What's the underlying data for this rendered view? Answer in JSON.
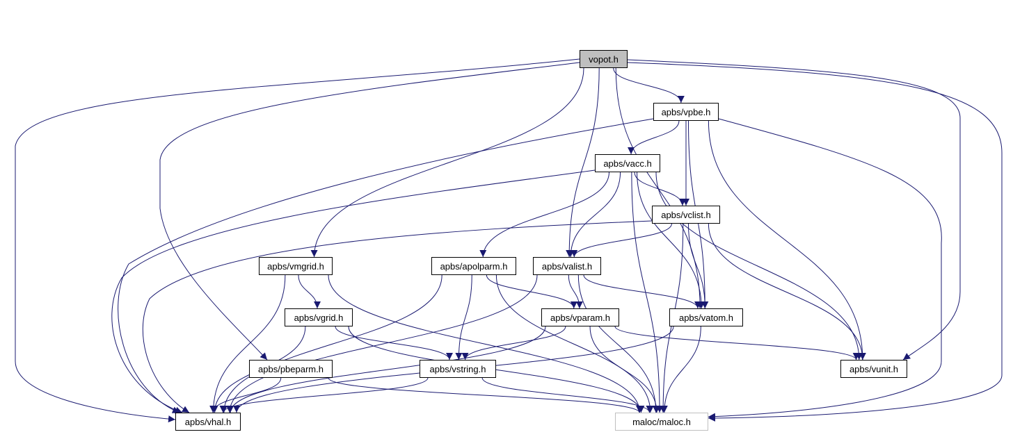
{
  "colors": {
    "edge": "#191970",
    "root_fill": "#bfbfbf",
    "node_border": "#000000",
    "external_border": "#bfbfbf"
  },
  "nodes": {
    "vopot": "vopot.h",
    "vpbe": "apbs/vpbe.h",
    "vacc": "apbs/vacc.h",
    "vclist": "apbs/vclist.h",
    "vmgrid": "apbs/vmgrid.h",
    "apolparm": "apbs/apolparm.h",
    "valist": "apbs/valist.h",
    "vgrid": "apbs/vgrid.h",
    "vparam": "apbs/vparam.h",
    "vatom": "apbs/vatom.h",
    "pbeparm": "apbs/pbeparm.h",
    "vstring": "apbs/vstring.h",
    "vunit": "apbs/vunit.h",
    "vhal": "apbs/vhal.h",
    "maloc": "maloc/maloc.h"
  },
  "edges": [
    [
      "vopot",
      "vpbe"
    ],
    [
      "vopot",
      "valist"
    ],
    [
      "vopot",
      "vmgrid"
    ],
    [
      "vopot",
      "vatom"
    ],
    [
      "vopot",
      "vunit"
    ],
    [
      "vopot",
      "vhal"
    ],
    [
      "vopot",
      "maloc"
    ],
    [
      "vopot",
      "pbeparm"
    ],
    [
      "vpbe",
      "vacc"
    ],
    [
      "vpbe",
      "vclist"
    ],
    [
      "vpbe",
      "vatom"
    ],
    [
      "vpbe",
      "vunit"
    ],
    [
      "vpbe",
      "vhal"
    ],
    [
      "vpbe",
      "maloc"
    ],
    [
      "vacc",
      "vclist"
    ],
    [
      "vacc",
      "valist"
    ],
    [
      "vacc",
      "apolparm"
    ],
    [
      "vacc",
      "vatom"
    ],
    [
      "vacc",
      "vunit"
    ],
    [
      "vacc",
      "vhal"
    ],
    [
      "vacc",
      "maloc"
    ],
    [
      "vclist",
      "valist"
    ],
    [
      "vclist",
      "vatom"
    ],
    [
      "vclist",
      "vunit"
    ],
    [
      "vclist",
      "vhal"
    ],
    [
      "vclist",
      "maloc"
    ],
    [
      "vmgrid",
      "vgrid"
    ],
    [
      "vmgrid",
      "vhal"
    ],
    [
      "vmgrid",
      "maloc"
    ],
    [
      "apolparm",
      "vparam"
    ],
    [
      "apolparm",
      "vstring"
    ],
    [
      "apolparm",
      "vhal"
    ],
    [
      "apolparm",
      "maloc"
    ],
    [
      "valist",
      "vparam"
    ],
    [
      "valist",
      "vatom"
    ],
    [
      "valist",
      "vhal"
    ],
    [
      "valist",
      "maloc"
    ],
    [
      "vgrid",
      "vstring"
    ],
    [
      "vgrid",
      "vhal"
    ],
    [
      "vgrid",
      "maloc"
    ],
    [
      "vparam",
      "vstring"
    ],
    [
      "vparam",
      "vunit"
    ],
    [
      "vparam",
      "vhal"
    ],
    [
      "vparam",
      "maloc"
    ],
    [
      "vatom",
      "vhal"
    ],
    [
      "vatom",
      "maloc"
    ],
    [
      "pbeparm",
      "vhal"
    ],
    [
      "pbeparm",
      "maloc"
    ],
    [
      "vstring",
      "vhal"
    ],
    [
      "vstring",
      "maloc"
    ]
  ]
}
